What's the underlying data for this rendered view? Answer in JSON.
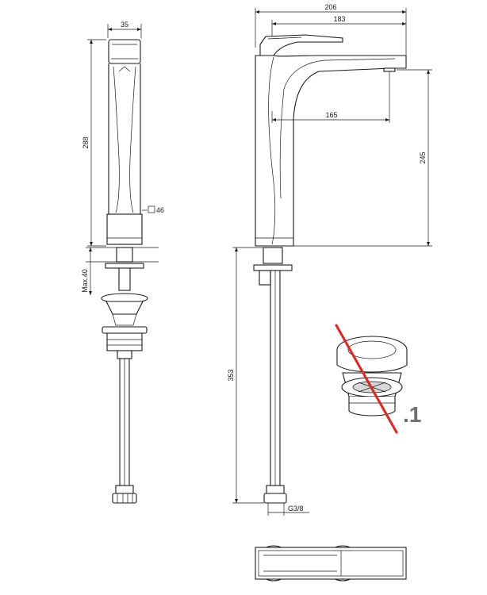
{
  "dimensions": {
    "front_width": "35",
    "front_height": "288",
    "square_46": "46",
    "max_40": "Max.40",
    "overall_width": "206",
    "spout_reach": "183",
    "spout_inner": "165",
    "spout_height": "245",
    "total_height": "353",
    "thread": "G3/8"
  },
  "accessory": {
    "code": ".1",
    "strike_color": "#d0312d"
  },
  "colors": {
    "line": "#1a1a1a",
    "accent": "#d0312d",
    "code_text": "#6e6e6e"
  }
}
